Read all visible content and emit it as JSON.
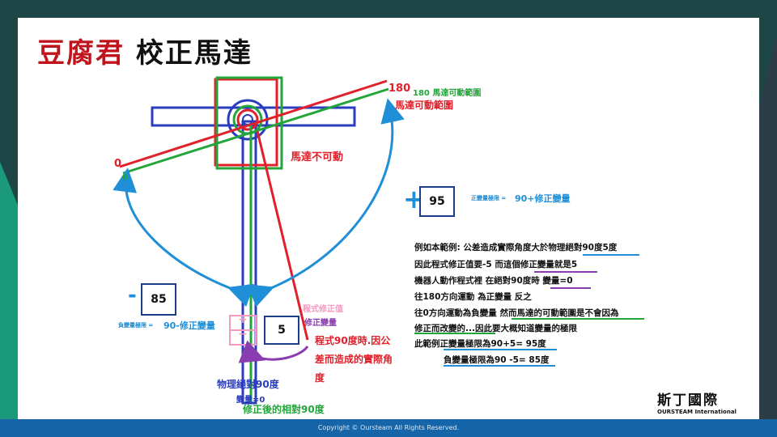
{
  "title": {
    "brand": "豆腐君",
    "rest": "校正馬達"
  },
  "diagram": {
    "label_180_red": "180",
    "label_180_green": "180 馬達可動範圍",
    "label_range": "馬達可動範圍",
    "label_0_red": "0",
    "label_0_green": "0",
    "label_motor_fixed": "馬達不可動",
    "plus_sign": "+",
    "plus_value": "95",
    "plus_limit_label": "正變量極限 =",
    "plus_limit_formula": "90+修正變量",
    "minus_sign": "-",
    "minus_value": "85",
    "minus_limit_label": "負變量極限 =",
    "minus_limit_formula": "90-修正變量",
    "program_offset_label": "程式修正值",
    "offset_var_label": "修正變量",
    "offset_value": "5",
    "offset_pm": "+\n−",
    "program90_line1": "程式90度時.因公",
    "program90_line2": "差而造成的實際角",
    "program90_line3": "度",
    "physical90": "物理絕對90度",
    "var_zero": "變量=0",
    "corrected90": "修正後的相對90度"
  },
  "notes": [
    "例如本範例: 公差造成實際角度大於物理絕對90度5度",
    "因此程式修正值要-5  而這個修正變量就是5",
    "機器人動作程式裡 在絕對90度時 變量=0",
    "往180方向運動 為正變量 反之",
    "往0方向運動為負變量  然而馬達的可動範圍是不會因為",
    "修正而改變的...因此要大概知道變量的極限",
    "此範例正變量極限為90+5= 95度",
    "負變量極限為90 -5= 85度"
  ],
  "logo": {
    "cn": "斯丁國際",
    "en": "OURSTEAM International"
  },
  "footer": "Copyright © Oursteam All Rights Reserved.",
  "colors": {
    "brand_red": "#c0141c",
    "blue": "#2a3dbd",
    "red": "#e0202a",
    "green": "#22a63a",
    "cyan": "#1f8fd8",
    "pink": "#f29ac0",
    "purple": "#8a3db0"
  }
}
